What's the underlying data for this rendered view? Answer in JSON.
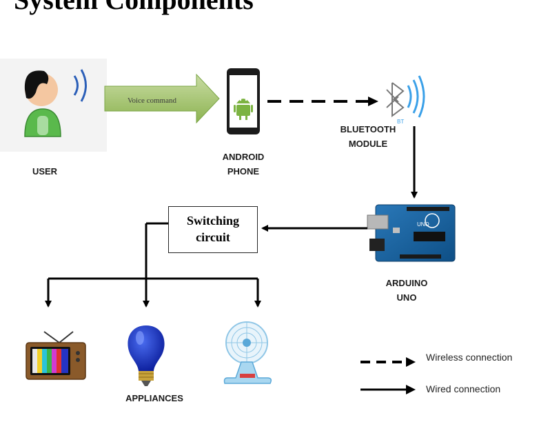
{
  "title": "System Components",
  "voice_arrow_label": "Voice command",
  "labels": {
    "user": "USER",
    "android_line1": "ANDROID",
    "android_line2": "PHONE",
    "bt_line1": "BLUETOOTH",
    "bt_line2": "MODULE",
    "arduino_line1": "ARDUINO",
    "arduino_line2": "UNO",
    "appliances": "APPLIANCES"
  },
  "switching_box": {
    "line1": "Switching",
    "line2": "circuit"
  },
  "bt_icon_text": "BT",
  "legend": {
    "wireless": "Wireless connection",
    "wired": "Wired connection"
  }
}
